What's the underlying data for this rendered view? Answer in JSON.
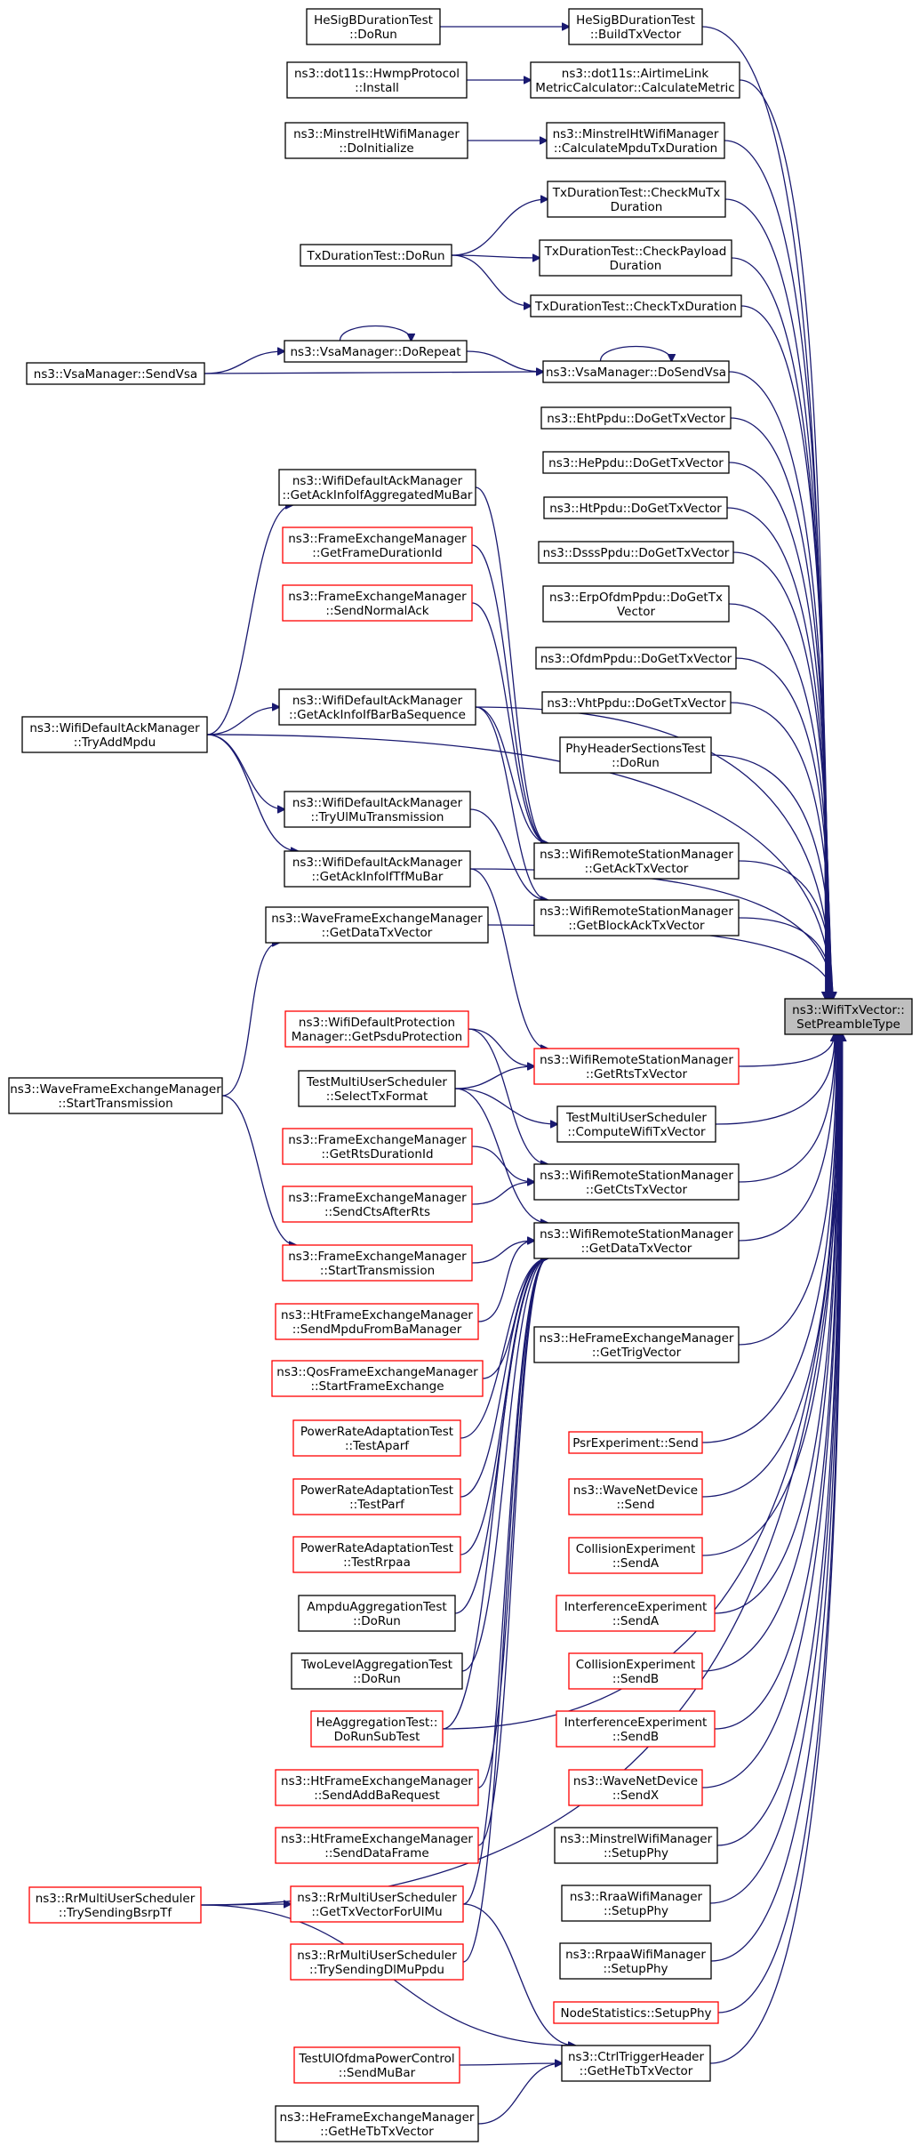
{
  "graph": {
    "colors": {
      "edge": "#191970",
      "node_border": "#000000",
      "node_border_incomplete": "#ff0000",
      "target_fill": "#bfbfbf"
    },
    "target": {
      "id": "target",
      "label": [
        "ns3::WifiTxVector::",
        "SetPreambleType"
      ]
    },
    "nodes": [
      {
        "id": "hesig_build",
        "label": [
          "HeSigBDurationTest",
          "::BuildTxVector"
        ],
        "border": "black"
      },
      {
        "id": "airtime",
        "label": [
          "ns3::dot11s::AirtimeLink",
          "MetricCalculator::CalculateMetric"
        ],
        "border": "black"
      },
      {
        "id": "minstrel_ht_calc",
        "label": [
          "ns3::MinstrelHtWifiManager",
          "::CalculateMpduTxDuration"
        ],
        "border": "black"
      },
      {
        "id": "check_mutx",
        "label": [
          "TxDurationTest::CheckMuTx",
          "Duration"
        ],
        "border": "black"
      },
      {
        "id": "check_payload",
        "label": [
          "TxDurationTest::CheckPayload",
          "Duration"
        ],
        "border": "black"
      },
      {
        "id": "check_txdur",
        "label": [
          "TxDurationTest::CheckTxDuration"
        ],
        "border": "black"
      },
      {
        "id": "vsa_dosend",
        "label": [
          "ns3::VsaManager::DoSendVsa"
        ],
        "border": "black"
      },
      {
        "id": "eht_ppdu",
        "label": [
          "ns3::EhtPpdu::DoGetTxVector"
        ],
        "border": "black"
      },
      {
        "id": "he_ppdu",
        "label": [
          "ns3::HePpdu::DoGetTxVector"
        ],
        "border": "black"
      },
      {
        "id": "ht_ppdu",
        "label": [
          "ns3::HtPpdu::DoGetTxVector"
        ],
        "border": "black"
      },
      {
        "id": "dsss_ppdu",
        "label": [
          "ns3::DsssPpdu::DoGetTxVector"
        ],
        "border": "black"
      },
      {
        "id": "erp_ppdu",
        "label": [
          "ns3::ErpOfdmPpdu::DoGetTx",
          "Vector"
        ],
        "border": "black"
      },
      {
        "id": "ofdm_ppdu",
        "label": [
          "ns3::OfdmPpdu::DoGetTxVector"
        ],
        "border": "black"
      },
      {
        "id": "vht_ppdu",
        "label": [
          "ns3::VhtPpdu::DoGetTxVector"
        ],
        "border": "black"
      },
      {
        "id": "phyheader",
        "label": [
          "PhyHeaderSectionsTest",
          "::DoRun"
        ],
        "border": "black"
      },
      {
        "id": "get_ack_tx",
        "label": [
          "ns3::WifiRemoteStationManager",
          "::GetAckTxVector"
        ],
        "border": "black"
      },
      {
        "id": "get_blockack_tx",
        "label": [
          "ns3::WifiRemoteStationManager",
          "::GetBlockAckTxVector"
        ],
        "border": "black"
      },
      {
        "id": "get_rts_tx",
        "label": [
          "ns3::WifiRemoteStationManager",
          "::GetRtsTxVector"
        ],
        "border": "red"
      },
      {
        "id": "compute_wifi_tx",
        "label": [
          "TestMultiUserScheduler",
          "::ComputeWifiTxVector"
        ],
        "border": "black"
      },
      {
        "id": "get_cts_tx",
        "label": [
          "ns3::WifiRemoteStationManager",
          "::GetCtsTxVector"
        ],
        "border": "black"
      },
      {
        "id": "get_data_tx",
        "label": [
          "ns3::WifiRemoteStationManager",
          "::GetDataTxVector"
        ],
        "border": "black"
      },
      {
        "id": "he_get_trig",
        "label": [
          "ns3::HeFrameExchangeManager",
          "::GetTrigVector"
        ],
        "border": "black"
      },
      {
        "id": "psr_send",
        "label": [
          "PsrExperiment::Send"
        ],
        "border": "red"
      },
      {
        "id": "wave_send",
        "label": [
          "ns3::WaveNetDevice",
          "::Send"
        ],
        "border": "red"
      },
      {
        "id": "coll_senda",
        "label": [
          "CollisionExperiment",
          "::SendA"
        ],
        "border": "red"
      },
      {
        "id": "inter_senda",
        "label": [
          "InterferenceExperiment",
          "::SendA"
        ],
        "border": "red"
      },
      {
        "id": "coll_sendb",
        "label": [
          "CollisionExperiment",
          "::SendB"
        ],
        "border": "red"
      },
      {
        "id": "inter_sendb",
        "label": [
          "InterferenceExperiment",
          "::SendB"
        ],
        "border": "red"
      },
      {
        "id": "wave_sendx",
        "label": [
          "ns3::WaveNetDevice",
          "::SendX"
        ],
        "border": "red"
      },
      {
        "id": "minstrel_setup",
        "label": [
          "ns3::MinstrelWifiManager",
          "::SetupPhy"
        ],
        "border": "black"
      },
      {
        "id": "rraa_setup",
        "label": [
          "ns3::RraaWifiManager",
          "::SetupPhy"
        ],
        "border": "black"
      },
      {
        "id": "rrpaa_setup",
        "label": [
          "ns3::RrpaaWifiManager",
          "::SetupPhy"
        ],
        "border": "black"
      },
      {
        "id": "nodestats_setup",
        "label": [
          "NodeStatistics::SetupPhy"
        ],
        "border": "red"
      },
      {
        "id": "ctrl_trigger",
        "label": [
          "ns3::CtrlTriggerHeader",
          "::GetHeTbTxVector"
        ],
        "border": "black"
      },
      {
        "id": "hesig_dorun",
        "label": [
          "HeSigBDurationTest",
          "::DoRun"
        ],
        "border": "black"
      },
      {
        "id": "hwmp_install",
        "label": [
          "ns3::dot11s::HwmpProtocol",
          "::Install"
        ],
        "border": "black"
      },
      {
        "id": "minstrel_ht_init",
        "label": [
          "ns3::MinstrelHtWifiManager",
          "::DoInitialize"
        ],
        "border": "black"
      },
      {
        "id": "txdur_dorun",
        "label": [
          "TxDurationTest::DoRun"
        ],
        "border": "black"
      },
      {
        "id": "vsa_dorepeat",
        "label": [
          "ns3::VsaManager::DoRepeat"
        ],
        "border": "black"
      },
      {
        "id": "ack_aggmubar",
        "label": [
          "ns3::WifiDefaultAckManager",
          "::GetAckInfoIfAggregatedMuBar"
        ],
        "border": "black"
      },
      {
        "id": "fem_getframedur",
        "label": [
          "ns3::FrameExchangeManager",
          "::GetFrameDurationId"
        ],
        "border": "red"
      },
      {
        "id": "fem_sendnormalack",
        "label": [
          "ns3::FrameExchangeManager",
          "::SendNormalAck"
        ],
        "border": "red"
      },
      {
        "id": "ack_barba",
        "label": [
          "ns3::WifiDefaultAckManager",
          "::GetAckInfoIfBarBaSequence"
        ],
        "border": "black"
      },
      {
        "id": "ack_tryul",
        "label": [
          "ns3::WifiDefaultAckManager",
          "::TryUlMuTransmission"
        ],
        "border": "black"
      },
      {
        "id": "ack_tfmubar",
        "label": [
          "ns3::WifiDefaultAckManager",
          "::GetAckInfoIfTfMuBar"
        ],
        "border": "black"
      },
      {
        "id": "wave_getdatatx",
        "label": [
          "ns3::WaveFrameExchangeManager",
          "::GetDataTxVector"
        ],
        "border": "black"
      },
      {
        "id": "prot_getpsdu",
        "label": [
          "ns3::WifiDefaultProtection",
          "Manager::GetPsduProtection"
        ],
        "border": "red"
      },
      {
        "id": "tmu_select",
        "label": [
          "TestMultiUserScheduler",
          "::SelectTxFormat"
        ],
        "border": "black"
      },
      {
        "id": "fem_getrtsdur",
        "label": [
          "ns3::FrameExchangeManager",
          "::GetRtsDurationId"
        ],
        "border": "red"
      },
      {
        "id": "fem_sendcts",
        "label": [
          "ns3::FrameExchangeManager",
          "::SendCtsAfterRts"
        ],
        "border": "red"
      },
      {
        "id": "fem_starttx",
        "label": [
          "ns3::FrameExchangeManager",
          "::StartTransmission"
        ],
        "border": "red"
      },
      {
        "id": "htfem_sendmpdu",
        "label": [
          "ns3::HtFrameExchangeManager",
          "::SendMpduFromBaManager"
        ],
        "border": "red"
      },
      {
        "id": "qosfem_start",
        "label": [
          "ns3::QosFrameExchangeManager",
          "::StartFrameExchange"
        ],
        "border": "red"
      },
      {
        "id": "pra_aparf",
        "label": [
          "PowerRateAdaptationTest",
          "::TestAparf"
        ],
        "border": "red"
      },
      {
        "id": "pra_parf",
        "label": [
          "PowerRateAdaptationTest",
          "::TestParf"
        ],
        "border": "red"
      },
      {
        "id": "pra_rrpaa",
        "label": [
          "PowerRateAdaptationTest",
          "::TestRrpaa"
        ],
        "border": "red"
      },
      {
        "id": "ampdu_dorun",
        "label": [
          "AmpduAggregationTest",
          "::DoRun"
        ],
        "border": "black"
      },
      {
        "id": "twolevel_dorun",
        "label": [
          "TwoLevelAggregationTest",
          "::DoRun"
        ],
        "border": "black"
      },
      {
        "id": "heagg_dorunsub",
        "label": [
          "HeAggregationTest::",
          "DoRunSubTest"
        ],
        "border": "red"
      },
      {
        "id": "htfem_sendaddba",
        "label": [
          "ns3::HtFrameExchangeManager",
          "::SendAddBaRequest"
        ],
        "border": "red"
      },
      {
        "id": "htfem_senddata",
        "label": [
          "ns3::HtFrameExchangeManager",
          "::SendDataFrame"
        ],
        "border": "red"
      },
      {
        "id": "rrmu_gettxul",
        "label": [
          "ns3::RrMultiUserScheduler",
          "::GetTxVectorForUlMu"
        ],
        "border": "red"
      },
      {
        "id": "rrmu_trydl",
        "label": [
          "ns3::RrMultiUserScheduler",
          "::TrySendingDlMuPpdu"
        ],
        "border": "red"
      },
      {
        "id": "testul_sendmubar",
        "label": [
          "TestUlOfdmaPowerControl",
          "::SendMuBar"
        ],
        "border": "red"
      },
      {
        "id": "hefem_gethetb",
        "label": [
          "ns3::HeFrameExchangeManager",
          "::GetHeTbTxVector"
        ],
        "border": "black"
      },
      {
        "id": "vsa_sendvsa",
        "label": [
          "ns3::VsaManager::SendVsa"
        ],
        "border": "black"
      },
      {
        "id": "ack_tryaddmpdu",
        "label": [
          "ns3::WifiDefaultAckManager",
          "::TryAddMpdu"
        ],
        "border": "black"
      },
      {
        "id": "wavefem_starttx",
        "label": [
          "ns3::WaveFrameExchangeManager",
          "::StartTransmission"
        ],
        "border": "black"
      },
      {
        "id": "rrmu_trybsrp",
        "label": [
          "ns3::RrMultiUserScheduler",
          "::TrySendingBsrpTf"
        ],
        "border": "red"
      }
    ],
    "edges": [
      [
        "hesig_build",
        "target"
      ],
      [
        "airtime",
        "target"
      ],
      [
        "minstrel_ht_calc",
        "target"
      ],
      [
        "check_mutx",
        "target"
      ],
      [
        "check_payload",
        "target"
      ],
      [
        "check_txdur",
        "target"
      ],
      [
        "vsa_dosend",
        "target"
      ],
      [
        "eht_ppdu",
        "target"
      ],
      [
        "he_ppdu",
        "target"
      ],
      [
        "ht_ppdu",
        "target"
      ],
      [
        "dsss_ppdu",
        "target"
      ],
      [
        "erp_ppdu",
        "target"
      ],
      [
        "ofdm_ppdu",
        "target"
      ],
      [
        "vht_ppdu",
        "target"
      ],
      [
        "phyheader",
        "target"
      ],
      [
        "get_ack_tx",
        "target"
      ],
      [
        "get_blockack_tx",
        "target"
      ],
      [
        "get_rts_tx",
        "target"
      ],
      [
        "compute_wifi_tx",
        "target"
      ],
      [
        "get_cts_tx",
        "target"
      ],
      [
        "get_data_tx",
        "target"
      ],
      [
        "he_get_trig",
        "target"
      ],
      [
        "psr_send",
        "target"
      ],
      [
        "wave_send",
        "target"
      ],
      [
        "coll_senda",
        "target"
      ],
      [
        "inter_senda",
        "target"
      ],
      [
        "coll_sendb",
        "target"
      ],
      [
        "inter_sendb",
        "target"
      ],
      [
        "wave_sendx",
        "target"
      ],
      [
        "minstrel_setup",
        "target"
      ],
      [
        "rraa_setup",
        "target"
      ],
      [
        "rrpaa_setup",
        "target"
      ],
      [
        "nodestats_setup",
        "target"
      ],
      [
        "ctrl_trigger",
        "target"
      ],
      [
        "wave_getdatatx",
        "target"
      ],
      [
        "ack_tfmubar",
        "target"
      ],
      [
        "ack_barba",
        "target"
      ],
      [
        "ack_tryaddmpdu",
        "target"
      ],
      [
        "rrmu_trybsrp",
        "target"
      ],
      [
        "heagg_dorunsub",
        "target"
      ],
      [
        "hesig_dorun",
        "hesig_build"
      ],
      [
        "hwmp_install",
        "airtime"
      ],
      [
        "minstrel_ht_init",
        "minstrel_ht_calc"
      ],
      [
        "txdur_dorun",
        "check_mutx"
      ],
      [
        "txdur_dorun",
        "check_payload"
      ],
      [
        "txdur_dorun",
        "check_txdur"
      ],
      [
        "vsa_dorepeat",
        "vsa_dosend"
      ],
      [
        "vsa_sendvsa",
        "vsa_dosend"
      ],
      [
        "vsa_sendvsa",
        "vsa_dorepeat"
      ],
      [
        "vsa_dorepeat",
        "vsa_dorepeat"
      ],
      [
        "vsa_dosend",
        "vsa_dosend"
      ],
      [
        "ack_aggmubar",
        "get_ack_tx"
      ],
      [
        "fem_getframedur",
        "get_ack_tx"
      ],
      [
        "fem_sendnormalack",
        "get_ack_tx"
      ],
      [
        "ack_barba",
        "get_ack_tx"
      ],
      [
        "ack_barba",
        "get_blockack_tx"
      ],
      [
        "ack_tryul",
        "get_blockack_tx"
      ],
      [
        "ack_tfmubar",
        "get_rts_tx"
      ],
      [
        "prot_getpsdu",
        "get_rts_tx"
      ],
      [
        "tmu_select",
        "get_rts_tx"
      ],
      [
        "tmu_select",
        "compute_wifi_tx"
      ],
      [
        "fem_getrtsdur",
        "get_cts_tx"
      ],
      [
        "fem_sendcts",
        "get_cts_tx"
      ],
      [
        "prot_getpsdu",
        "get_cts_tx"
      ],
      [
        "fem_starttx",
        "get_data_tx"
      ],
      [
        "htfem_sendmpdu",
        "get_data_tx"
      ],
      [
        "qosfem_start",
        "get_data_tx"
      ],
      [
        "pra_aparf",
        "get_data_tx"
      ],
      [
        "pra_parf",
        "get_data_tx"
      ],
      [
        "pra_rrpaa",
        "get_data_tx"
      ],
      [
        "ampdu_dorun",
        "get_data_tx"
      ],
      [
        "twolevel_dorun",
        "get_data_tx"
      ],
      [
        "heagg_dorunsub",
        "get_data_tx"
      ],
      [
        "htfem_sendaddba",
        "get_data_tx"
      ],
      [
        "htfem_senddata",
        "get_data_tx"
      ],
      [
        "rrmu_gettxul",
        "get_data_tx"
      ],
      [
        "rrmu_trydl",
        "get_data_tx"
      ],
      [
        "tmu_select",
        "get_data_tx"
      ],
      [
        "testul_sendmubar",
        "ctrl_trigger"
      ],
      [
        "hefem_gethetb",
        "ctrl_trigger"
      ],
      [
        "rrmu_trybsrp",
        "ctrl_trigger"
      ],
      [
        "rrmu_gettxul",
        "ctrl_trigger"
      ],
      [
        "ack_tryaddmpdu",
        "ack_aggmubar"
      ],
      [
        "ack_tryaddmpdu",
        "ack_barba"
      ],
      [
        "ack_tryaddmpdu",
        "ack_tryul"
      ],
      [
        "ack_tryaddmpdu",
        "ack_tfmubar"
      ],
      [
        "wavefem_starttx",
        "wave_getdatatx"
      ],
      [
        "wavefem_starttx",
        "fem_starttx"
      ],
      [
        "rrmu_trybsrp",
        "rrmu_gettxul"
      ]
    ]
  }
}
